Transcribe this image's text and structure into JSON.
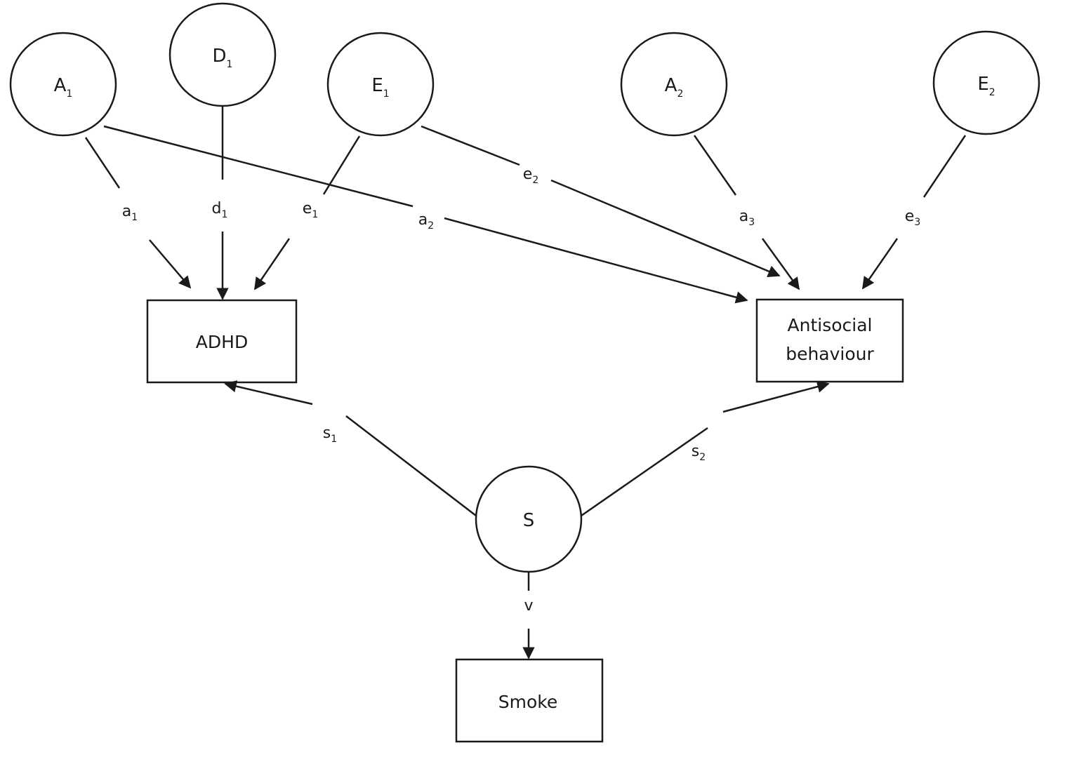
{
  "diagram": {
    "latent_nodes": [
      {
        "id": "A1",
        "label": "A",
        "sub": "1"
      },
      {
        "id": "D1",
        "label": "D",
        "sub": "1"
      },
      {
        "id": "E1",
        "label": "E",
        "sub": "1"
      },
      {
        "id": "A2",
        "label": "A",
        "sub": "2"
      },
      {
        "id": "E2",
        "label": "E",
        "sub": "2"
      },
      {
        "id": "S",
        "label": "S",
        "sub": ""
      }
    ],
    "observed_nodes": [
      {
        "id": "ADHD",
        "lines": [
          "ADHD"
        ]
      },
      {
        "id": "ASB",
        "lines": [
          "Antisocial",
          "behaviour"
        ]
      },
      {
        "id": "Smoke",
        "lines": [
          "Smoke"
        ]
      }
    ],
    "paths": [
      {
        "from": "A1",
        "to": "ADHD",
        "label": "a",
        "sub": "1"
      },
      {
        "from": "D1",
        "to": "ADHD",
        "label": "d",
        "sub": "1"
      },
      {
        "from": "E1",
        "to": "ADHD",
        "label": "e",
        "sub": "1"
      },
      {
        "from": "A1",
        "to": "ASB",
        "label": "a",
        "sub": "2"
      },
      {
        "from": "E1",
        "to": "ASB",
        "label": "e",
        "sub": "2"
      },
      {
        "from": "A2",
        "to": "ASB",
        "label": "a",
        "sub": "3"
      },
      {
        "from": "E2",
        "to": "ASB",
        "label": "e",
        "sub": "3"
      },
      {
        "from": "S",
        "to": "ADHD",
        "label": "s",
        "sub": "1"
      },
      {
        "from": "S",
        "to": "ASB",
        "label": "s",
        "sub": "2"
      },
      {
        "from": "S",
        "to": "Smoke",
        "label": "v",
        "sub": ""
      }
    ]
  }
}
